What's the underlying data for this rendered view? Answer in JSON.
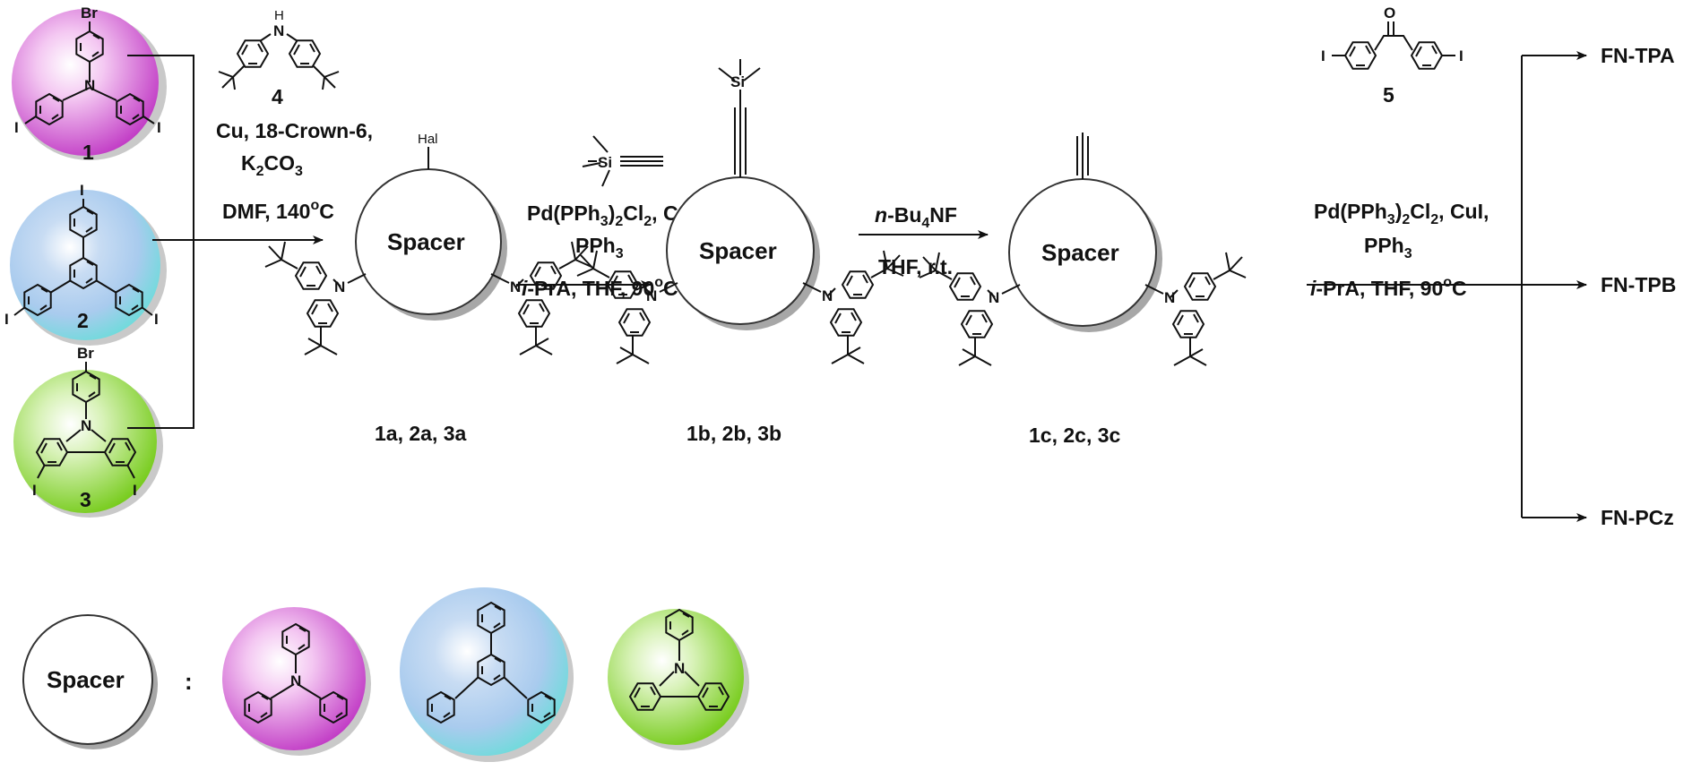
{
  "colors": {
    "magenta": "#cc44cc",
    "cyan": "#7ed6dc",
    "lightblue": "#aecbe8",
    "green": "#84d42c",
    "ink": "#111111"
  },
  "starting_materials": {
    "m1": {
      "number": "1",
      "top_atom": "Br",
      "n_atom": "N",
      "halide": "I"
    },
    "m2": {
      "number": "2",
      "halide": "I"
    },
    "m3": {
      "number": "3",
      "top_atom": "Br",
      "n_atom": "N",
      "halide": "I"
    }
  },
  "step1": {
    "reagent_number": "4",
    "reagent_nh": "H",
    "reagent_n": "N",
    "cond1": "Cu, 18-Crown-6,",
    "cond2": "K",
    "cond2_sub": "2",
    "cond2_tail": "CO",
    "cond2_sub2": "3",
    "cond3": "DMF, 140",
    "cond3_sup": "o",
    "cond3_tail": "C"
  },
  "step2": {
    "si": "Si",
    "cond1a": "Pd(PPh",
    "cond1_sub1": "3",
    "cond1b": ")",
    "cond1_sub2": "2",
    "cond1c": "Cl",
    "cond1_sub3": "2",
    "cond1d": ", CuI,",
    "cond2": "PPh",
    "cond2_sub": "3",
    "cond3_italic": "i",
    "cond3_tail": "-PrA, THF, 90",
    "cond3_sup": "o",
    "cond3_end": "C"
  },
  "step3": {
    "cond1_italic": "n",
    "cond1_tail": "-Bu",
    "cond1_sub": "4",
    "cond1_end": "NF",
    "cond2": "THF, r.t."
  },
  "step4": {
    "reagent_number": "5",
    "reagent_o": "O",
    "halide": "I",
    "cond1a": "Pd(PPh",
    "cond1_sub1": "3",
    "cond1b": ")",
    "cond1_sub2": "2",
    "cond1c": "Cl",
    "cond1_sub3": "2",
    "cond1d": ", CuI,",
    "cond2": "PPh",
    "cond2_sub": "3",
    "cond3_italic": "i",
    "cond3_tail": "-PrA, THF, 90",
    "cond3_sup": "o",
    "cond3_end": "C"
  },
  "intermediates": {
    "a": {
      "label": "1a, 2a, 3a",
      "spacer": "Spacer",
      "hal": "Hal",
      "n_atom": "N"
    },
    "b": {
      "label": "1b, 2b, 3b",
      "spacer": "Spacer",
      "n_atom": "N"
    },
    "c": {
      "label": "1c, 2c, 3c",
      "spacer": "Spacer",
      "n_atom": "N"
    }
  },
  "products": [
    "FN-TPA",
    "FN-TPB",
    "FN-PCz"
  ],
  "legend": {
    "spacer": "Spacer",
    "colon": ":",
    "n_atom": "N"
  }
}
